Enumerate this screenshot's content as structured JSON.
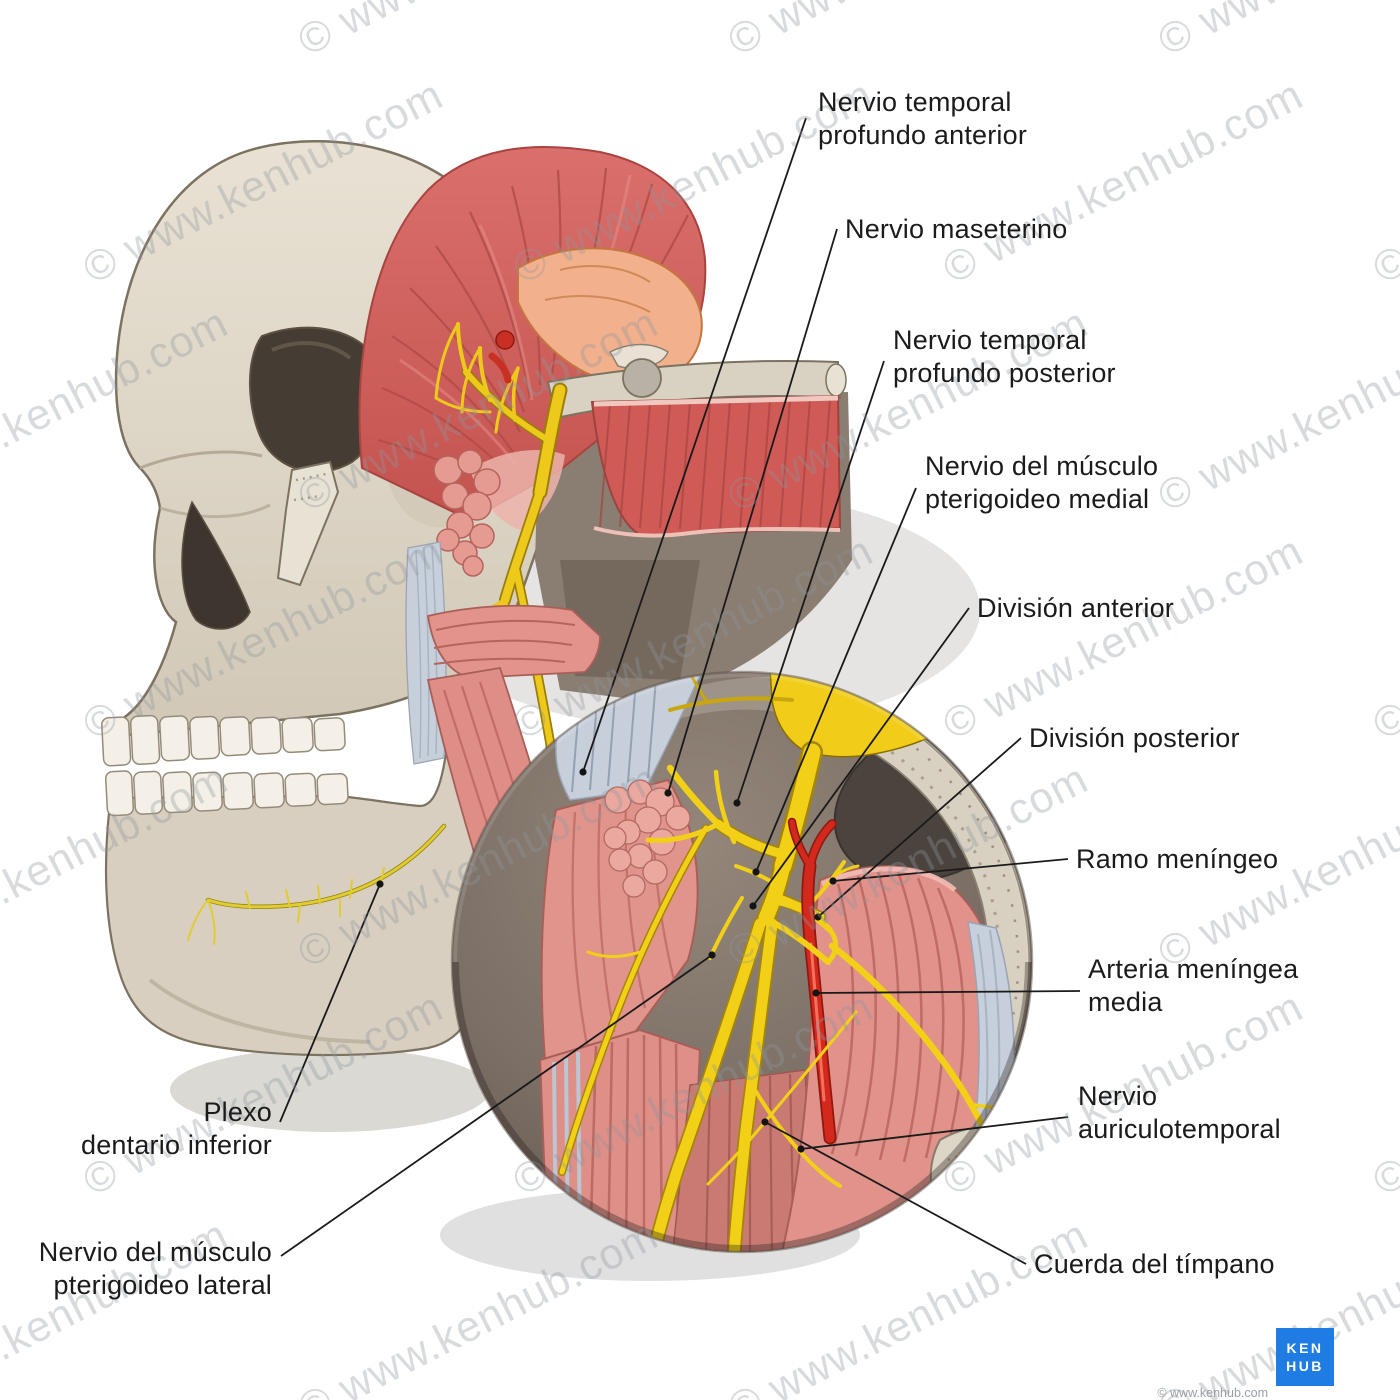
{
  "watermark": {
    "text": "© www.kenhub.com"
  },
  "branding": {
    "logo_line1": "KEN",
    "logo_line2": "HUB",
    "logo_color": "#1e7ce2",
    "copyright": "© www.kenhub.com"
  },
  "figure": {
    "labels": {
      "deep_temporal_anterior": "Nervio temporal\nprofundo anterior",
      "masseteric": "Nervio maseterino",
      "deep_temporal_posterior": "Nervio temporal\nprofundo posterior",
      "medial_pterygoid_nerve": "Nervio del músculo\npterigoideo medial",
      "anterior_division": "División anterior",
      "posterior_division": "División posterior",
      "meningeal_branch": "Ramo meníngeo",
      "middle_meningeal_artery": "Arteria meníngea\nmedia",
      "auriculotemporal": "Nervio\nauriculotemporal",
      "chorda_tympani": "Cuerda del tímpano",
      "inferior_dental_plexus": "Plexo\ndentario inferior",
      "lateral_pterygoid_nerve": "Nervio del músculo\npterigoideo lateral"
    },
    "colors": {
      "nerve_yellow": "#f0cd1a",
      "artery_red": "#d3281c",
      "muscle_red": "#d4625e",
      "muscle_pink": "#e39a92",
      "bone": "#ddd5c7",
      "leader_line": "#1a1a1a"
    }
  }
}
